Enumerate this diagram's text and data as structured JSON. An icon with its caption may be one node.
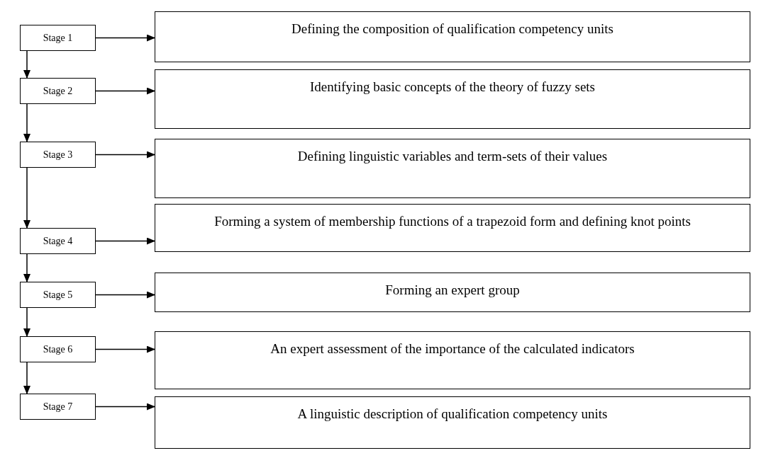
{
  "diagram": {
    "nodes": [
      {
        "text": [
          "Stage 1"
        ]
      },
      {
        "text": [
          "Defining the composition of qualification competency units"
        ]
      },
      {
        "text": [
          "Stage 2"
        ]
      },
      {
        "text": [
          "Identifying basic concepts of the theory of fuzzy sets"
        ]
      },
      {
        "text": [
          "Stage 3"
        ]
      },
      {
        "text": [
          "Defining linguistic variables and term-sets of their values"
        ]
      },
      {
        "text": [
          "Stage 4"
        ]
      },
      {
        "text": [
          "Forming a system of membership functions of a trapezoid form and defining knot points"
        ]
      },
      {
        "text": [
          "Stage 5"
        ]
      },
      {
        "text": [
          "Forming an expert group"
        ]
      },
      {
        "text": [
          "Stage 6"
        ]
      },
      {
        "text": [
          "An expert assessment of the importance of the calculated indicators"
        ]
      },
      {
        "text": [
          "Stage 7"
        ]
      },
      {
        "text": [
          "A linguistic description of qualification competency units"
        ]
      }
    ],
    "edges": [
      {
        "from": 0,
        "to": 1,
        "arrow": "to"
      },
      {
        "from": 0,
        "to": 2,
        "arrow": "to"
      },
      {
        "from": 2,
        "to": 3,
        "arrow": "to"
      },
      {
        "from": 2,
        "to": 4,
        "arrow": "to"
      },
      {
        "from": 4,
        "to": 5,
        "arrow": "to"
      },
      {
        "from": 4,
        "to": 6,
        "arrow": "to"
      },
      {
        "from": 6,
        "to": 7,
        "arrow": "to"
      },
      {
        "from": 6,
        "to": 8,
        "arrow": "to"
      },
      {
        "from": 8,
        "to": 9,
        "arrow": "to"
      },
      {
        "from": 8,
        "to": 10,
        "arrow": "to"
      },
      {
        "from": 10,
        "to": 11,
        "arrow": "to"
      },
      {
        "from": 10,
        "to": 12,
        "arrow": "to"
      },
      {
        "from": 12,
        "to": 13,
        "arrow": "to"
      }
    ]
  }
}
